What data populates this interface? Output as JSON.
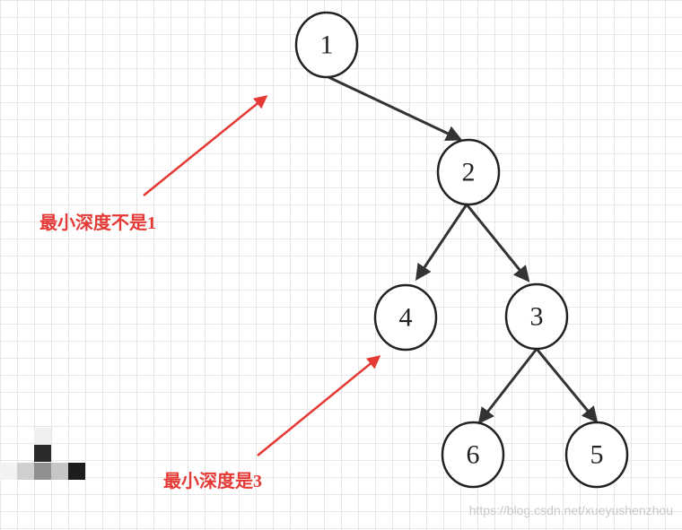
{
  "diagram": {
    "nodes": [
      {
        "id": "n1",
        "label": "1"
      },
      {
        "id": "n2",
        "label": "2"
      },
      {
        "id": "n4",
        "label": "4"
      },
      {
        "id": "n3",
        "label": "3"
      },
      {
        "id": "n6",
        "label": "6"
      },
      {
        "id": "n5",
        "label": "5"
      }
    ],
    "edges": [
      {
        "from": "n1",
        "to": "n2"
      },
      {
        "from": "n2",
        "to": "n4"
      },
      {
        "from": "n2",
        "to": "n3"
      },
      {
        "from": "n3",
        "to": "n6"
      },
      {
        "from": "n3",
        "to": "n5"
      }
    ]
  },
  "annotations": {
    "first": "最小深度不是1",
    "second": "最小深度是3"
  },
  "colors": {
    "annotation": "#e53935",
    "node_stroke": "#222222",
    "edge": "#333333"
  },
  "watermark": "https://blog.csdn.net/xueyushenzhou"
}
